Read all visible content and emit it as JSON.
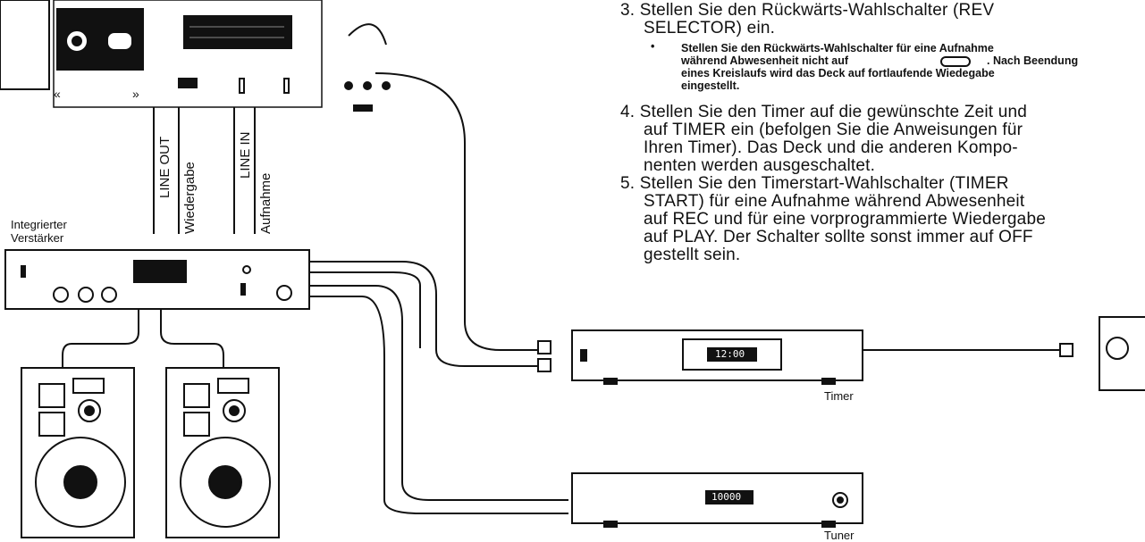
{
  "instructions": {
    "step3_line1": "3. Stellen Sie den Rückwärts-Wahlschalter (REV",
    "step3_line2": "SELECTOR) ein.",
    "step3_bullet": "•",
    "step3_note_line1": "Stellen Sie den Rückwärts-Wahlschalter für eine Aufnahme",
    "step3_note_line2": "während Abwesenheit nicht auf",
    "step3_note_line2b": ". Nach Beendung",
    "step3_note_line3": "eines Kreislaufs wird das Deck auf fortlaufende Wiedegabe",
    "step3_note_line4": "eingestellt.",
    "step4_line1": "4. Stellen Sie den Timer auf die gewünschte Zeit und",
    "step4_line2": "auf TIMER ein (befolgen Sie die Anweisungen für",
    "step4_line3": "Ihren Timer). Das Deck und die anderen Kompo-",
    "step4_line4": "nenten werden ausgeschaltet.",
    "step5_line1": "5. Stellen Sie den Timerstart-Wahlschalter (TIMER",
    "step5_line2": "START) für eine Aufnahme während Abwesenheit",
    "step5_line3": "auf REC und für eine vorprogrammierte Wiedergabe",
    "step5_line4": "auf PLAY. Der Schalter sollte sonst immer auf OFF",
    "step5_line5": "gestellt sein."
  },
  "labels": {
    "line_out": "LINE OUT",
    "wiedergabe": "Wiedergabe",
    "line_in": "LINE IN",
    "aufnahme": "Aufnahme",
    "amp_line1": "Integrierter",
    "amp_line2": "Verstärker",
    "timer": "Timer",
    "tuner": "Tuner",
    "timer_display": "12:00",
    "tuner_display": "10000"
  }
}
